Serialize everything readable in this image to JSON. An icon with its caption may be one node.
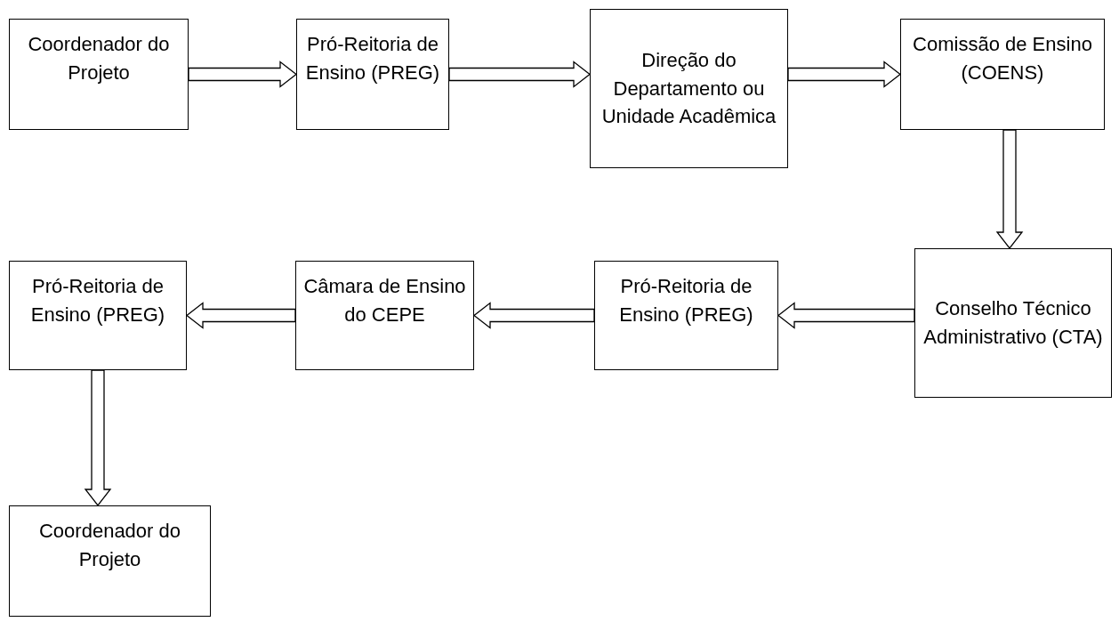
{
  "diagram": {
    "nodes": [
      {
        "text": [
          "Coordenador do Projeto"
        ]
      },
      {
        "text": [
          "Pró-Reitoria de Ensino (PREG)"
        ]
      },
      {
        "text": [
          "Direção do Departamento ou Unidade Acadêmica"
        ]
      },
      {
        "text": [
          "Comissão de Ensino (COENS)"
        ]
      },
      {
        "text": [
          "Conselho Técnico Administrativo (CTA)"
        ]
      },
      {
        "text": [
          "Pró-Reitoria de Ensino (PREG)"
        ]
      },
      {
        "text": [
          "Câmara de Ensino do CEPE"
        ]
      },
      {
        "text": [
          "Pró-Reitoria de Ensino (PREG)"
        ]
      },
      {
        "text": [
          "Coordenador do Projeto"
        ]
      }
    ],
    "edges": [
      {
        "from": 0,
        "to": 1,
        "arrow": "to"
      },
      {
        "from": 1,
        "to": 2,
        "arrow": "to"
      },
      {
        "from": 2,
        "to": 3,
        "arrow": "to"
      },
      {
        "from": 3,
        "to": 4,
        "arrow": "to"
      },
      {
        "from": 4,
        "to": 5,
        "arrow": "to"
      },
      {
        "from": 5,
        "to": 6,
        "arrow": "to"
      },
      {
        "from": 6,
        "to": 7,
        "arrow": "to"
      },
      {
        "from": 7,
        "to": 8,
        "arrow": "to"
      }
    ]
  }
}
